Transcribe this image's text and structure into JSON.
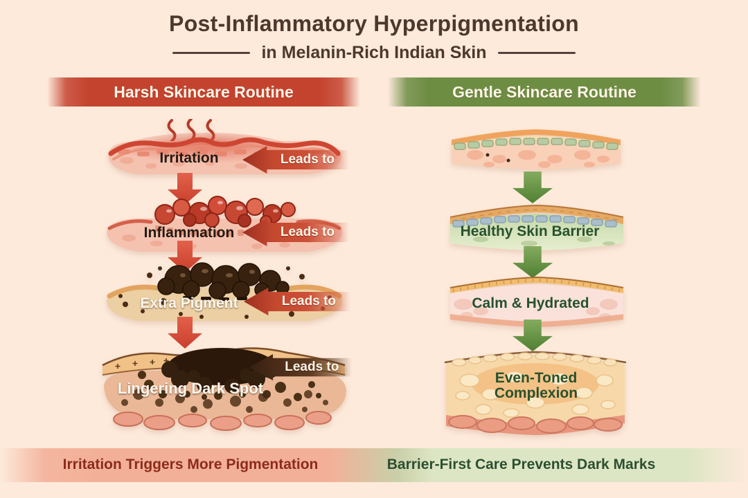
{
  "header": {
    "title": "Post-Inflammatory Hyperpigmentation",
    "subtitle": "in Melanin-Rich Indian Skin"
  },
  "harsh": {
    "banner": "Harsh Skincare Routine",
    "stages": [
      {
        "label": "Irritation",
        "connector": "Leads to"
      },
      {
        "label": "Inflammation",
        "connector": "Leads to"
      },
      {
        "label": "Extra Pigment",
        "connector": "Leads to"
      },
      {
        "label": "Lingering Dark Spot",
        "connector": "Leads to"
      }
    ],
    "footer": "Irritation Triggers More Pigmentation"
  },
  "gentle": {
    "banner": "Gentle Skincare Routine",
    "stages": [
      {
        "label": "Healthy Skin Barrier"
      },
      {
        "label": "Calm & Hydrated"
      },
      {
        "label": "Even-Toned Complexion"
      }
    ],
    "footer": "Barrier-First Care Prevents Dark Marks"
  },
  "colors": {
    "background": "#fdeadb",
    "title_text": "#4e372c",
    "harsh_accent": "#c4432f",
    "gentle_accent": "#6d8d43",
    "harsh_footer_band": "#f3b098",
    "gentle_footer_band": "#dde6c4",
    "harsh_footer_text": "#8c2b1c",
    "gentle_footer_text": "#2c4f31"
  }
}
